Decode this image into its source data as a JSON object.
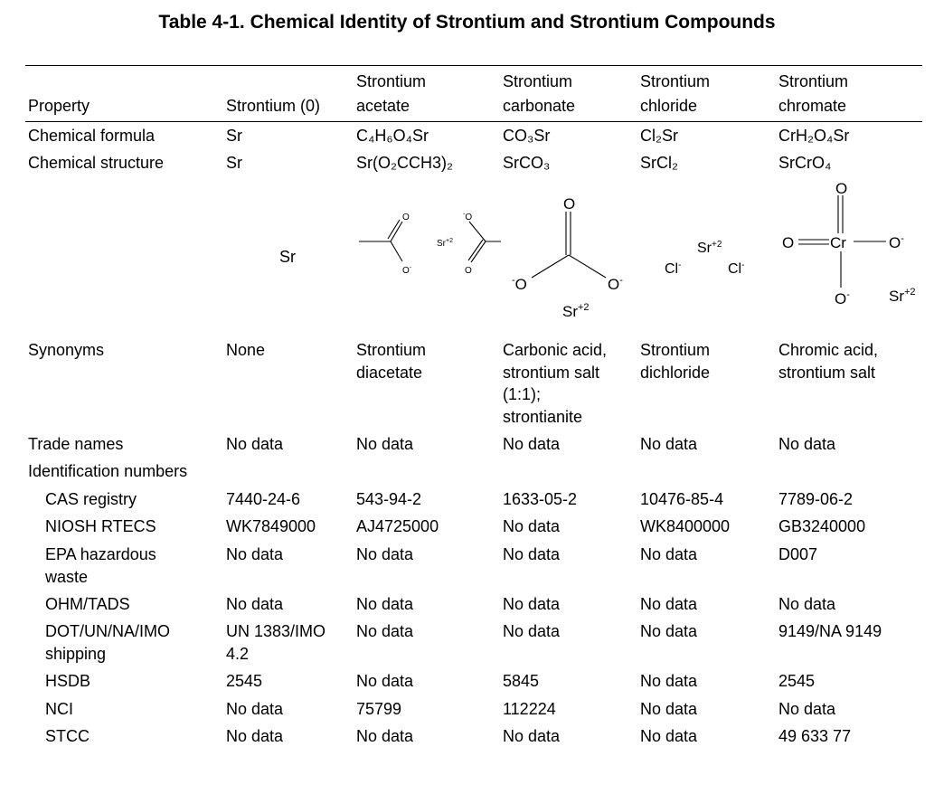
{
  "title": "Table 4-1.  Chemical Identity of Strontium and Strontium Compounds",
  "columns": [
    {
      "line1": "",
      "line2": "Property"
    },
    {
      "line1": "",
      "line2": "Strontium (0)"
    },
    {
      "line1": "Strontium",
      "line2": "acetate"
    },
    {
      "line1": "Strontium",
      "line2": "carbonate"
    },
    {
      "line1": "Strontium",
      "line2": "chloride"
    },
    {
      "line1": "Strontium",
      "line2": "chromate"
    }
  ],
  "rows": [
    {
      "label": "Chemical formula",
      "indent": false,
      "cells": [
        "Sr",
        "C₄H₆O₄Sr",
        "CO₃Sr",
        "Cl₂Sr",
        "CrH₂O₄Sr"
      ]
    },
    {
      "label": "Chemical structure",
      "indent": false,
      "cells": [
        "Sr",
        "Sr(O₂CCH3)₂",
        "SrCO₃",
        "SrCl₂",
        "SrCrO₄"
      ]
    },
    {
      "label": "Synonyms",
      "indent": false,
      "cells": [
        "None",
        "Strontium\ndiacetate",
        "Carbonic acid,\nstrontium salt\n(1:1);\nstrontianite",
        "Strontium\ndichloride",
        "Chromic acid,\nstrontium salt"
      ]
    },
    {
      "label": "Trade names",
      "indent": false,
      "cells": [
        "No data",
        "No data",
        "No data",
        "No data",
        "No data"
      ]
    },
    {
      "label": "Identification numbers",
      "indent": false,
      "cells": [
        "",
        "",
        "",
        "",
        ""
      ]
    },
    {
      "label": "CAS registry",
      "indent": true,
      "cells": [
        "7440-24-6",
        "543-94-2",
        "1633-05-2",
        "10476-85-4",
        "7789-06-2"
      ]
    },
    {
      "label": "NIOSH RTECS",
      "indent": true,
      "cells": [
        "WK7849000",
        "AJ4725000",
        "No data",
        "WK8400000",
        "GB3240000"
      ]
    },
    {
      "label": "EPA hazardous\nwaste",
      "indent": true,
      "cells": [
        "No data",
        "No data",
        "No data",
        "No data",
        "D007"
      ]
    },
    {
      "label": "OHM/TADS",
      "indent": true,
      "cells": [
        "No data",
        "No data",
        "No data",
        "No data",
        "No data"
      ]
    },
    {
      "label": "DOT/UN/NA/IMO\nshipping",
      "indent": true,
      "cells": [
        "UN 1383/IMO\n4.2",
        "No data",
        "No data",
        "No data",
        "9149/NA 9149"
      ]
    },
    {
      "label": "HSDB",
      "indent": true,
      "cells": [
        "2545",
        "No data",
        "5845",
        "No data",
        "2545"
      ]
    },
    {
      "label": "NCI",
      "indent": true,
      "cells": [
        "No data",
        "75799",
        "112224",
        "No data",
        "No data"
      ]
    },
    {
      "label": "STCC",
      "indent": true,
      "cells": [
        "No data",
        "No data",
        "No data",
        "No data",
        "49 633 77"
      ]
    }
  ],
  "structures": {
    "strontium": {
      "sr": "Sr"
    },
    "acetate": {
      "o1": "O",
      "o2": "O",
      "o2_charge": "-",
      "sr": "Sr",
      "sr_charge": "+2",
      "o3": "O",
      "o3_charge": "-",
      "o4": "O"
    },
    "carbonate": {
      "o_top": "O",
      "o_left": "O",
      "o_left_charge": "-",
      "o_right": "O",
      "o_right_charge": "-",
      "sr": "Sr",
      "sr_charge": "+2"
    },
    "chloride": {
      "cl1": "Cl",
      "cl1_charge": "-",
      "sr": "Sr",
      "sr_charge": "+2",
      "cl2": "Cl",
      "cl2_charge": "-"
    },
    "chromate": {
      "o_top": "O",
      "o_left": "O",
      "cr": "Cr",
      "o_right": "O",
      "o_right_charge": "-",
      "o_bottom": "O",
      "o_bottom_charge": "-",
      "sr": "Sr",
      "sr_charge": "+2"
    }
  }
}
